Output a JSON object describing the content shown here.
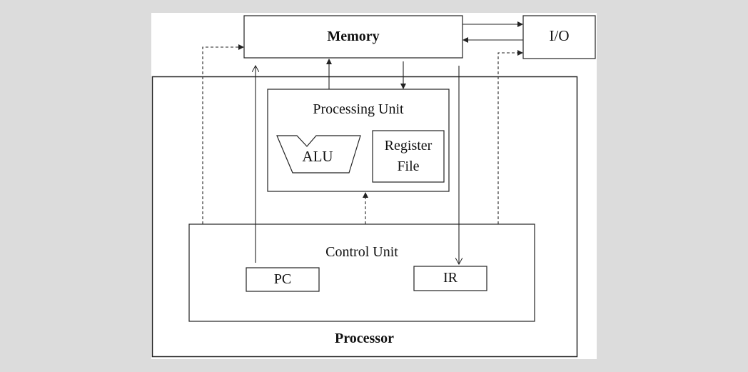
{
  "diagram": {
    "title": "Computer architecture block diagram",
    "colors": {
      "background": "#dcdcdc",
      "canvas": "#ffffff",
      "stroke": "#222222"
    },
    "nodes": {
      "memory": {
        "label": "Memory"
      },
      "io": {
        "label": "I/O"
      },
      "processor": {
        "label": "Processor"
      },
      "processing_unit": {
        "label": "Processing Unit"
      },
      "alu": {
        "label": "ALU"
      },
      "register_file": {
        "label_line1": "Register",
        "label_line2": "File"
      },
      "control_unit": {
        "label": "Control Unit"
      },
      "pc": {
        "label": "PC"
      },
      "ir": {
        "label": "IR"
      }
    },
    "edges": [
      {
        "from": "memory",
        "to": "io",
        "style": "solid"
      },
      {
        "from": "io",
        "to": "memory",
        "style": "solid"
      },
      {
        "from": "control_unit",
        "to": "memory",
        "style": "dashed"
      },
      {
        "from": "control_unit",
        "to": "io",
        "style": "dashed"
      },
      {
        "from": "control_unit",
        "to": "processing_unit",
        "style": "dashed"
      },
      {
        "from": "pc",
        "to": "memory",
        "style": "solid"
      },
      {
        "from": "processing_unit",
        "to": "memory",
        "style": "solid"
      },
      {
        "from": "memory",
        "to": "processing_unit",
        "style": "solid"
      },
      {
        "from": "memory",
        "to": "ir",
        "style": "solid"
      }
    ]
  }
}
